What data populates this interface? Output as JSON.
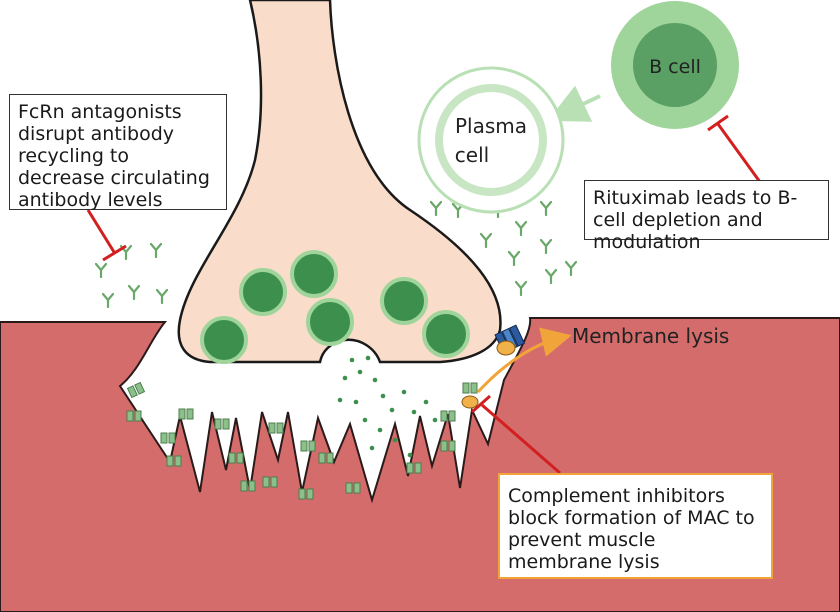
{
  "labels": {
    "b_cell": "B cell",
    "plasma_line1": "Plasma",
    "plasma_line2": "cell",
    "membrane_lysis": "Membrane lysis"
  },
  "callouts": {
    "fcrn": "FcRn antagonists disrupt antibody recycling to decrease circulating antibody levels",
    "rituximab": "Rituximab leads to B-cell depletion and modulation",
    "complement": "Complement inhibitors block formation of MAC to prevent muscle membrane lysis"
  },
  "colors": {
    "muscle": "#d46c6c",
    "nerve_terminal": "#f9dcc9",
    "vesicle": "#3d8f4e",
    "receptor": "#8cc08a",
    "cell_green": "#9fd49a",
    "inhibit_line": "#d21f1f",
    "arrow_orange": "#f0a43a"
  }
}
